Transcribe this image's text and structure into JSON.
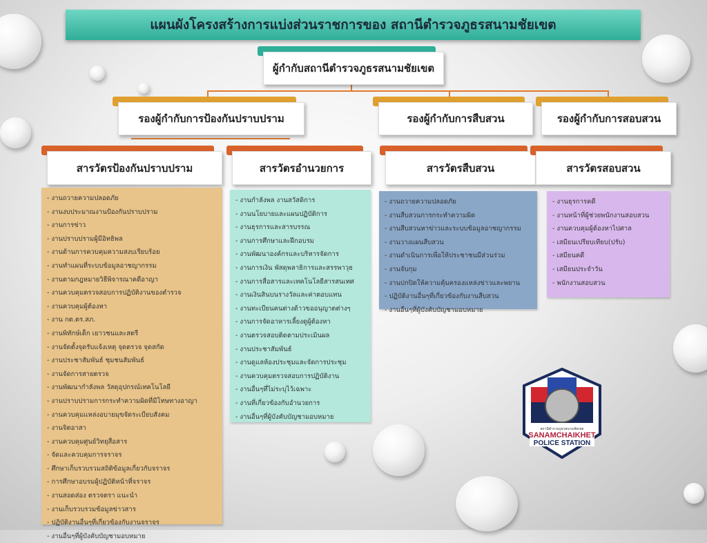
{
  "title": "แผนผังโครงสร้างการแบ่งส่วนราชการของ สถานีตำรวจภูธรสนามชัยเขต",
  "top": "ผู้กำกับสถานีตำรวจภูธรสนามชัยเขต",
  "deputies": [
    "รองผู้กำกับการป้องกันปราบปราม",
    "รองผู้กำกับการสืบสวน",
    "รองผู้กำกับการสอบสวน"
  ],
  "inspectors": [
    "สารวัตรป้องกันปราบปราม",
    "สารวัตรอำนวยการ",
    "สารวัตรสืบสวน",
    "สารวัตรสอบสวน"
  ],
  "lists": [
    [
      "- งานถวายความปลอดภัย",
      "- งานงบประมาณงานป้องกันปราบปราม",
      "- งานการข่าว",
      "- งานปราบปรามผู้มีอิทธิพล",
      "- งานด้านการควบคุมความสงบเรียบร้อย",
      "- งานทำแผนที่ระบบข้อมูลอาชญากรรม",
      "- งานตามกฎหมายวิธีพิจารณาคดีอาญา",
      "- งานควบคุมตรวจสอบการปฏิบัติงานของตำรวจ",
      "- งานควบคุมผู้ต้องหา",
      "- งาน กต.ตร.สภ.",
      "- งานพิทักษ์เด็ก เยาวชนและสตรี",
      "- งานจัดตั้งจุดรับแจ้งเหตุ จุดตรวจ จุดสกัด",
      "- งานประชาสัมพันธ์ ชุมชนสัมพันธ์",
      "- งานจัดการสายตรวจ",
      "- งานพัฒนากำลังพล วัสดุอุปกรณ์เทคโนโลยี",
      "- งานปราบปรามการกระทำความผิดที่มีโทษทางอาญา",
      "- งานควบคุมแหล่งอบายมุขจัดระเบียบสังคม",
      "- งานจิตอาสา",
      "- งานควบคุมศูนย์วิทยุสื่อสาร",
      "- จัดและควบคุมการจราจร",
      "- ศึกษาเก็บรวบรวมสถิติข้อมูลเกี่ยวกับจราจร",
      "- การศึกษาอบรมผู้ปฏิบัติหน้าที่จราจร",
      "- งานสอดส่อง ตรวจตรา แนะนำ",
      "- งานเก็บรวบรวมข้อมูลข่าวสาร",
      "- ปฏิบัติงานอื่นๆที่เกี่ยวข้องกับงานจราจร",
      "- งานอื่นๆที่ผู้บังคับบัญชามอบหมาย"
    ],
    [
      "- งานกำลังพล งานสวัสดิการ",
      "- งานนโยบายและแผนปฏิบัติการ",
      "- งานธุรการและสารบรรณ",
      "- งานการศึกษาและฝึกอบรม",
      "- งานพัฒนาองค์กรและบริหารจัดการ",
      "- งานการเงิน พัสดุพลาธิการและสรรพาวุธ",
      "- งานการสื่อสารและเทคโนโลยีสารสนเทศ",
      "- งานเงินสินบนรางวัลและค่าตอบแทน",
      "- งานทะเบียนคนต่างด้าวขออนุญาตต่างๆ",
      "- งานการจัดอาหารเลี้ยงดูผู้ต้องหา",
      "- งานตรวจสอบติดตามประเมินผล",
      "- งานประชาสัมพันธ์",
      "- งานดูแลห้องประชุมและจัดการประชุม",
      "- งานควบคุมตรวจสอบการปฏิบัติงาน",
      "- งานอื่นๆที่ไม่ระบุไว้เฉพาะ",
      "- งานที่เกี่ยวข้องกับอำนวยการ",
      "- งานอื่นๆที่ผู้บังคับบัญชามอบหมาย"
    ],
    [
      "- งานถวายความปลอดภัย",
      "- งานสืบสวนการกระทำความผิด",
      "- งานสืบสวนหาข่าวและระบบข้อมูลอาชญากรรม",
      "- งานวางแผนสืบสวน",
      "- งานดำเนินการเพื่อให้ประชาชนมีส่วนร่วม",
      "- งานจับกุม",
      "- งานปกปิดให้ความคุ้มครองแหล่งข่าวและพยาน",
      "- ปฏิบัติงานอื่นๆที่เกี่ยวข้องกับงานสืบสวน",
      "- งานอื่นๆที่ผู้บังคับบัญชามอบหมาย"
    ],
    [
      "- งานธุรการคดี",
      "- งานหน้าที่ผู้ช่วยพนักงานสอบสวน",
      "- งานควบคุมผู้ต้องหาไปศาล",
      "- เสมียนเปรียบเทียบ(ปรับ)",
      "- เสมียนคดี",
      "- เสมียนประจำวัน",
      "- พนักงานสอบสวน"
    ]
  ],
  "logo": {
    "thai": "สถานีตำรวจภูธรสนามชัยเขต",
    "line1": "SANAMCHAIKHET",
    "line2": "POLICE STATION"
  },
  "colors": {
    "teal": "#2fae98",
    "orange": "#e07a2e",
    "tan": "#e8c48a",
    "mint": "#b4e8dc",
    "blue": "#8aa7c8",
    "lilac": "#d8b8ec"
  }
}
